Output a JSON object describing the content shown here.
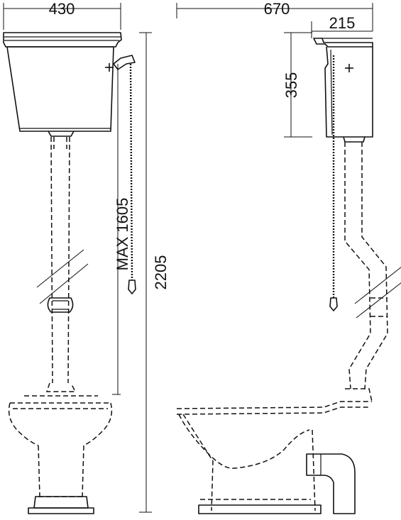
{
  "dimensions": {
    "front_width": "430",
    "overall_width": "670",
    "cistern_depth": "215",
    "cistern_height": "355",
    "max_chain": "MAX 1605",
    "overall_height": "2205"
  },
  "colors": {
    "line": "#111111",
    "background": "#ffffff"
  }
}
